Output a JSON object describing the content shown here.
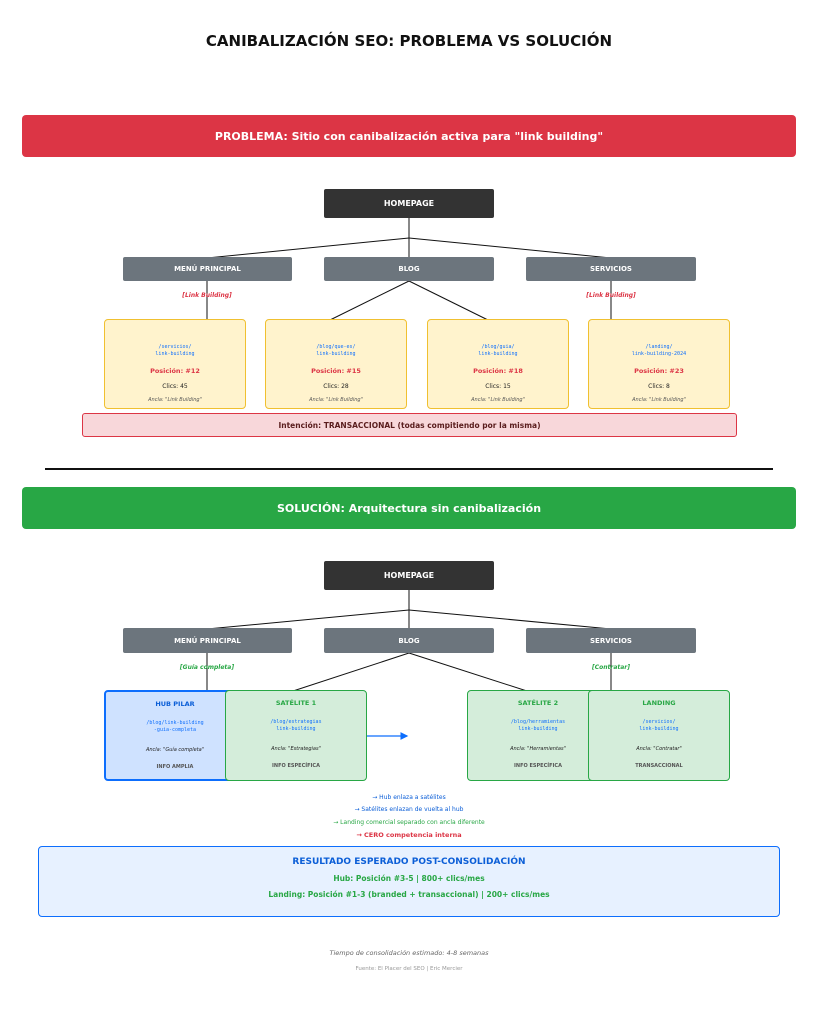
{
  "title": "CANIBALIZACIÓN SEO: PROBLEMA VS SOLUCIÓN",
  "colors": {
    "problem": "#dc3545",
    "solution": "#28a745",
    "hub": "#0d6efd",
    "node_dark": "#333333",
    "node_gray": "#6c757d"
  },
  "problem": {
    "banner": "PROBLEMA: Sitio con canibalización activa para \"link building\"",
    "root": "HOMEPAGE",
    "sections": [
      "MENÚ PRINCIPAL",
      "BLOG",
      "SERVICIOS"
    ],
    "anchor_left": "[Link Building]",
    "anchor_right": "[Link Building]",
    "pages": [
      {
        "url": "/servicios/\nlink-building",
        "position": "Posición: #12",
        "clicks": "Clics: 45",
        "anchor": "Ancla: \"Link Building\""
      },
      {
        "url": "/blog/que-es/\nlink-building",
        "position": "Posición: #15",
        "clicks": "Clics: 28",
        "anchor": "Ancla: \"Link Building\""
      },
      {
        "url": "/blog/guia/\nlink-building",
        "position": "Posición: #18",
        "clicks": "Clics: 15",
        "anchor": "Ancla: \"Link Building\""
      },
      {
        "url": "/landing/\nlink-building-2024",
        "position": "Posición: #23",
        "clicks": "Clics: 8",
        "anchor": "Ancla: \"Link Building\""
      }
    ],
    "intent": "Intención: TRANSACCIONAL (todas compitiendo por la misma)"
  },
  "solution": {
    "banner": "SOLUCIÓN: Arquitectura sin canibalización",
    "root": "HOMEPAGE",
    "sections": [
      "MENÚ PRINCIPAL",
      "BLOG",
      "SERVICIOS"
    ],
    "anchor_left": "[Guía completa]",
    "anchor_right": "[Contratar]",
    "pages": [
      {
        "title": "HUB PILAR",
        "url": "/blog/link-building\n-guia-completa",
        "anchor": "Ancla: \"Guía completa\"",
        "intent": "INFO AMPLIA"
      },
      {
        "title": "SATÉLITE 1",
        "url": "/blog/estrategias\nlink-building",
        "anchor": "Ancla: \"Estrategias\"",
        "intent": "INFO ESPECÍFICA"
      },
      {
        "title": "SATÉLITE 2",
        "url": "/blog/herramientas\nlink-building",
        "anchor": "Ancla: \"Herramientas\"",
        "intent": "INFO ESPECÍFICA"
      },
      {
        "title": "LANDING",
        "url": "/servicios/\nlink-building",
        "anchor": "Ancla: \"Contratar\"",
        "intent": "TRANSACCIONAL"
      }
    ],
    "notes": [
      "→ Hub enlaza a satélites",
      "→ Satélites enlazan de vuelta al hub",
      "→ Landing comercial separado con ancla diferente",
      "→ CERO competencia interna"
    ]
  },
  "result": {
    "title": "RESULTADO ESPERADO POST-CONSOLIDACIÓN",
    "hub_line": "Hub: Posición #3-5  |  800+ clics/mes",
    "landing_line": "Landing: Posición #1-3 (branded + transaccional)  |  200+ clics/mes"
  },
  "footer": {
    "time": "Tiempo de consolidación estimado: 4-8 semanas",
    "source": "Fuente: El Placer del SEO | Eric Mercier"
  }
}
